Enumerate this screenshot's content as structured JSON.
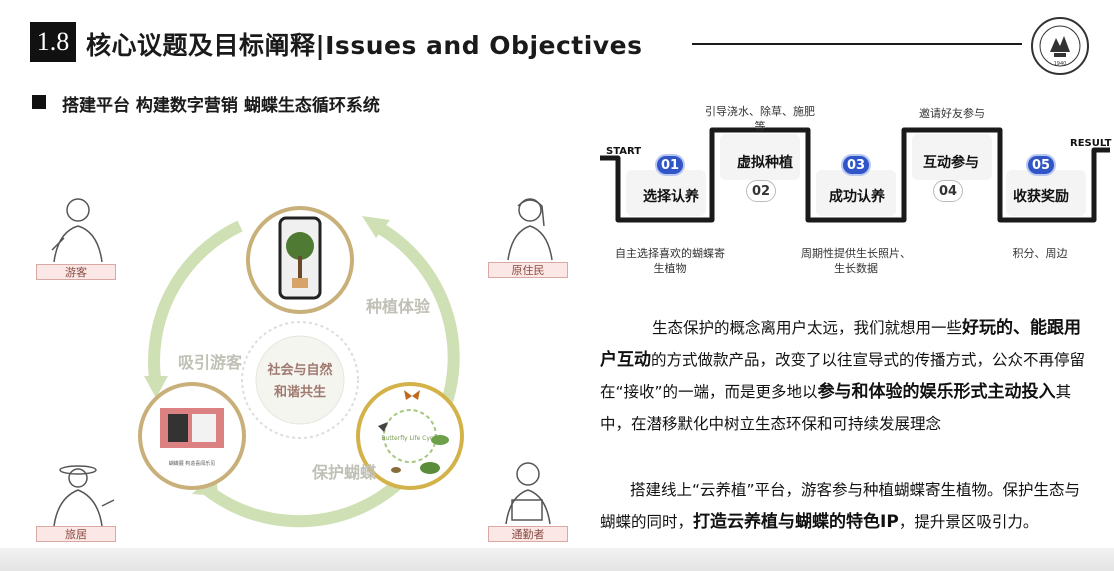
{
  "header": {
    "section_number": "1.8",
    "title": "核心议题及目标阐释|Issues and Objectives"
  },
  "subtitle": "搭建平台  构建数字营销 蝴蝶生态循环系统",
  "cycle": {
    "center_line1": "社会与自然",
    "center_line2": "和谐共生",
    "label_top": "种植体验",
    "label_left": "吸引游客",
    "label_bottom": "保护蝴蝶",
    "butterfly_caption": "Butterfly Life Cycle",
    "photo_caption": "蝴蝶展 构造喜闻乐见",
    "colors": {
      "arrow": "#cfe0b4",
      "ring": "#c9b07a",
      "accent": "#a7c77e"
    }
  },
  "people": [
    {
      "label": "游客"
    },
    {
      "label": "原住民"
    },
    {
      "label": "旅居"
    },
    {
      "label": "通勤者"
    }
  ],
  "process": {
    "start_label": "START",
    "result_label": "RESULT",
    "steps": [
      {
        "num": "01",
        "label": "选择认养",
        "note": "自主选择喜欢的蝴蝶寄生植物"
      },
      {
        "num": "02",
        "label": "虚拟种植",
        "note": "引导浇水、除草、施肥等"
      },
      {
        "num": "03",
        "label": "成功认养",
        "note": "周期性提供生长照片、生长数据"
      },
      {
        "num": "04",
        "label": "互动参与",
        "note": "邀请好友参与"
      },
      {
        "num": "05",
        "label": "收获奖励",
        "note": "积分、周边"
      }
    ],
    "colors": {
      "accent": "#2f55c6"
    }
  },
  "paragraph1": {
    "p1": "生态保护的概念离用户太远，我们就想用一些",
    "b1": "好玩的、能跟用户互动",
    "p2": "的方式做款产品，改变了以往宣导式的传播方式，公众不再停留在“接收”的一端，而是更多地以",
    "b2": "参与和体验的娱乐形式主动投入",
    "p3": "其中，在潜移默化中树立生态环保和可持续发展理念"
  },
  "paragraph2": {
    "p1": "搭建线上“云养植”平台，游客参与种植蝴蝶寄生植物。保护生态与蝴蝶的同时，",
    "b1": "打造云养植与蝴蝶的特色IP",
    "p2": "，提升景区吸引力。"
  }
}
